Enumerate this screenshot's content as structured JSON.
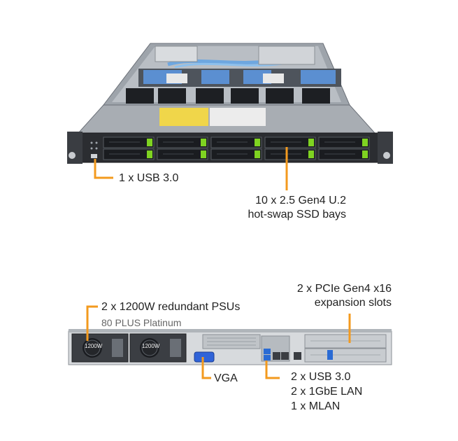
{
  "front_view": {
    "usb_label": "1 x USB 3.0",
    "ssd_label_line1": "10 x 2.5 Gen4 U.2",
    "ssd_label_line2": "hot-swap SSD bays",
    "psu_badge_1": "1200W",
    "psu_badge_2": "1200W"
  },
  "rear_view": {
    "psu_label": "2 x 1200W redundant PSUs",
    "psu_sub_label": "80 PLUS Platinum",
    "pcie_label_line1": "2 x PCIe Gen4 x16",
    "pcie_label_line2": "expansion slots",
    "vga_label": "VGA",
    "io_label_line1": "2 x USB 3.0",
    "io_label_line2": "2 x 1GbE LAN",
    "io_label_line3": "1 x MLAN"
  },
  "colors": {
    "callout": "#f39a1e",
    "chassis": "#2b2d31",
    "bay_accent": "#7fd321",
    "vga_blue": "#2f63d8",
    "usb_blue": "#2a6bd4"
  }
}
